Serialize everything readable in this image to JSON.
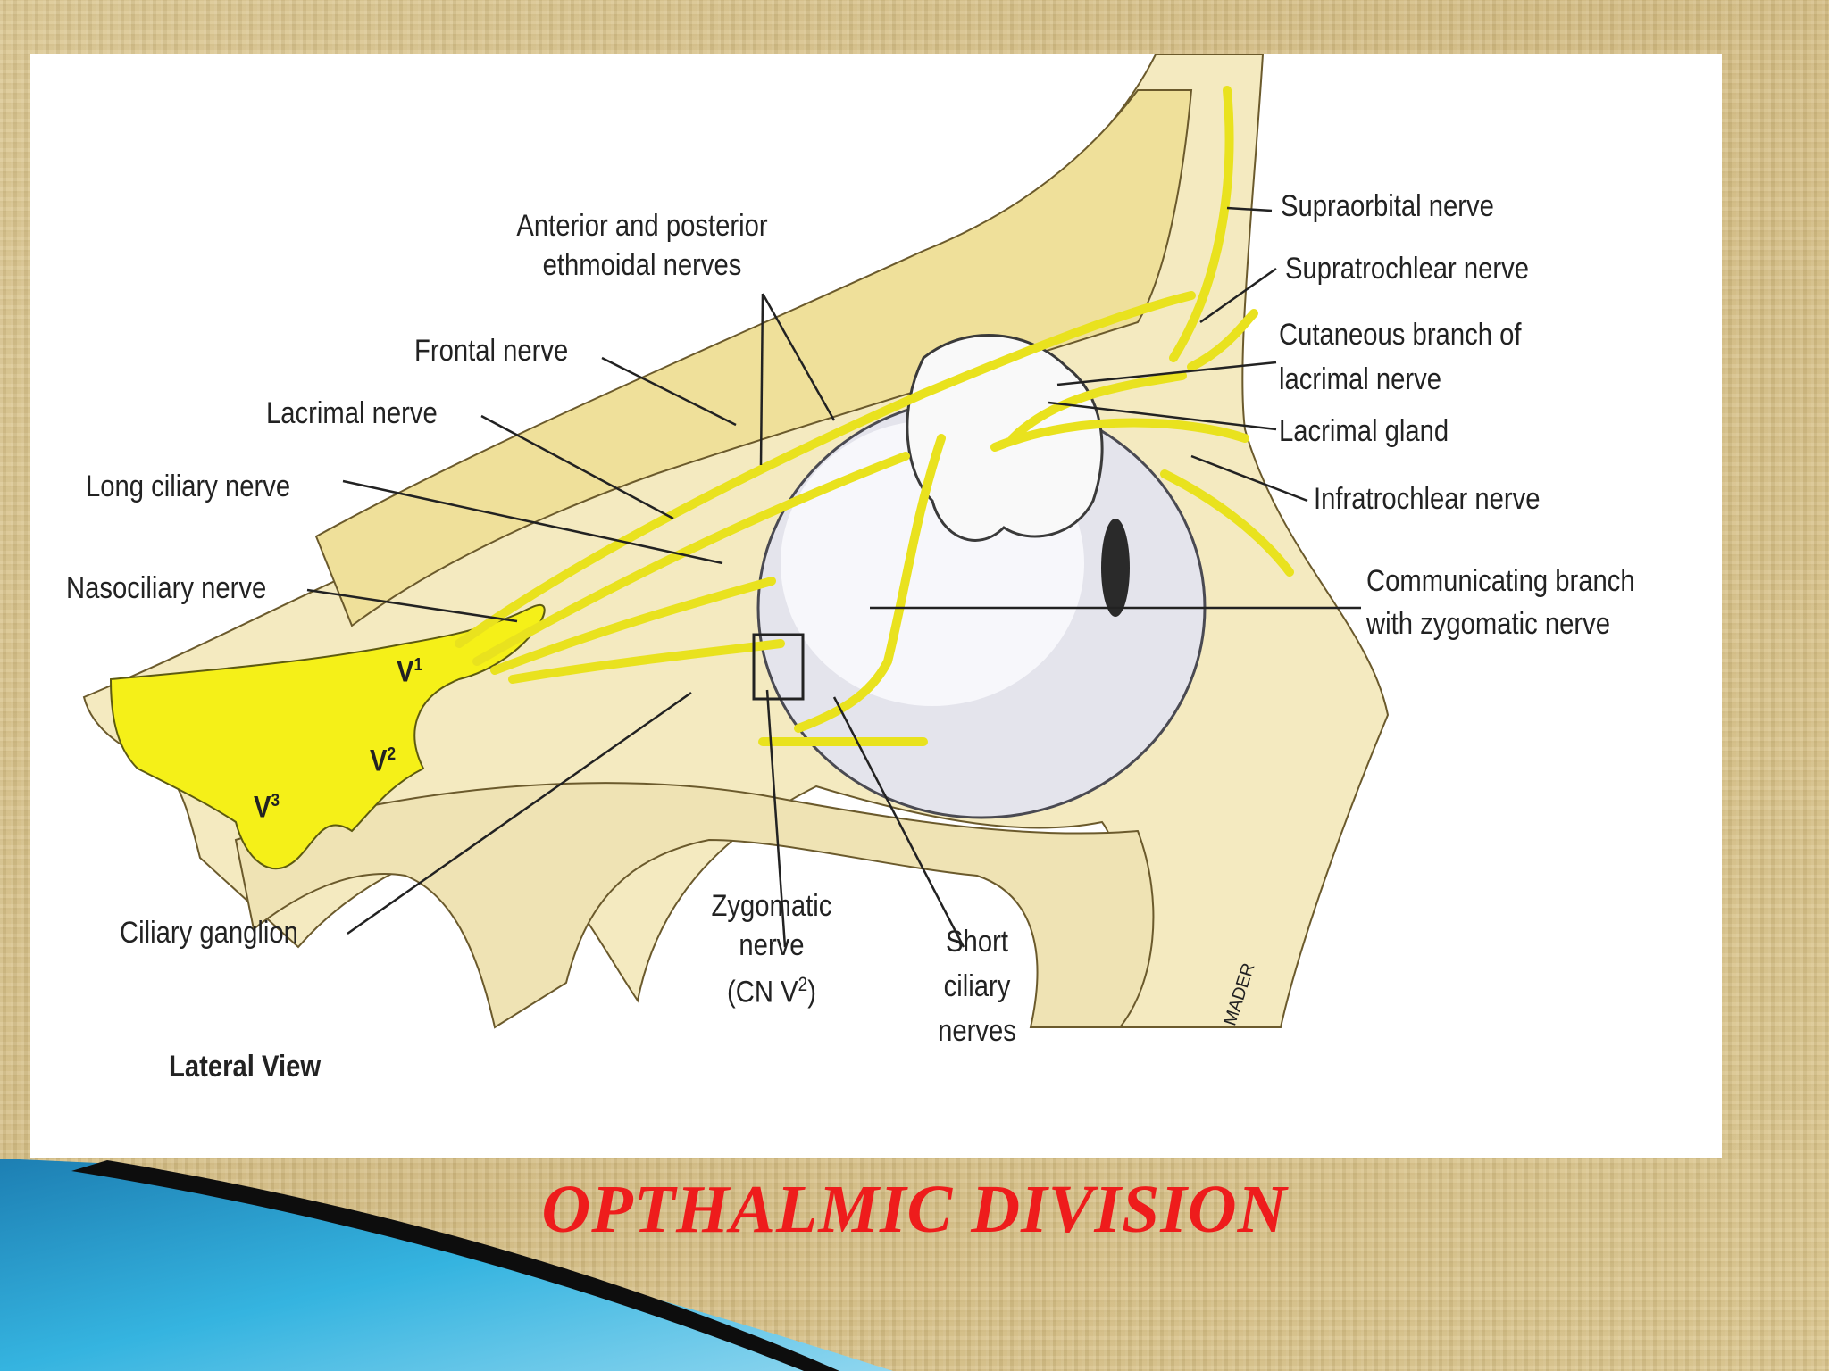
{
  "title": "OPTHALMIC DIVISION",
  "colors": {
    "nerve": "#f2ea2a",
    "bone": "#f3e9bb",
    "accent": "#ee1c1c",
    "swoosh": "#2aa6d6"
  },
  "labels": {
    "ethmoidal_1": "Anterior and posterior",
    "ethmoidal_2": "ethmoidal nerves",
    "frontal": "Frontal nerve",
    "lacrimal": "Lacrimal nerve",
    "long_ciliary": "Long ciliary nerve",
    "nasociliary": "Nasociliary nerve",
    "ciliary_ganglion": "Ciliary ganglion",
    "lateral_view": "Lateral View",
    "zygomatic_1": "Zygomatic",
    "zygomatic_2": "nerve",
    "zygomatic_3_pre": "(CN V",
    "zygomatic_3_sup": "2",
    "zygomatic_3_post": ")",
    "short_ciliary_1": "Short",
    "short_ciliary_2": "ciliary",
    "short_ciliary_3": "nerves",
    "supraorbital": "Supraorbital nerve",
    "supratrochlear": "Supratrochlear nerve",
    "cutaneous_1": "Cutaneous branch of",
    "cutaneous_2": "lacrimal nerve",
    "lacrimal_gland": "Lacrimal gland",
    "infratrochlear": "Infratrochlear nerve",
    "communicating_1": "Communicating branch",
    "communicating_2": "with zygomatic nerve",
    "v1": "V",
    "v1_sup": "1",
    "v2": "V",
    "v2_sup": "2",
    "v3": "V",
    "v3_sup": "3",
    "signature": "MADER"
  }
}
